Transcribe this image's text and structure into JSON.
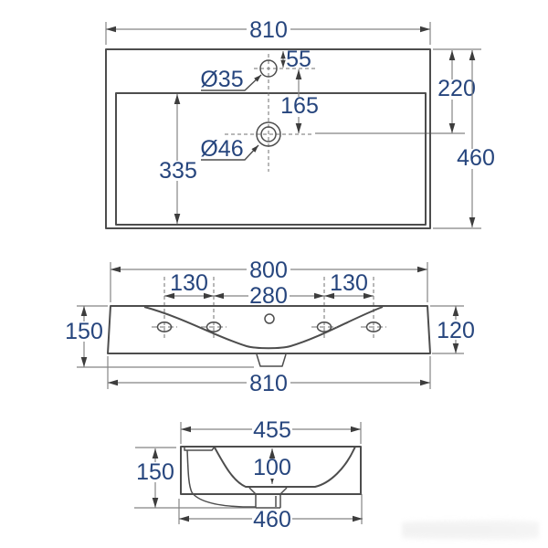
{
  "plan_view": {
    "overall_width": "810",
    "tap_hole_setback": "55",
    "tap_hole_diameter": "Ø35",
    "tap_to_waste_centres": "165",
    "waste_hole_diameter": "Ø46",
    "bowl_length": "335",
    "top_edge_to_waste_centre": "220",
    "overall_depth": "460"
  },
  "front_view": {
    "top_width": "800",
    "left_hole_spacing": "130",
    "centre_hole_spacing": "280",
    "right_hole_spacing": "130",
    "overall_height": "150",
    "body_height": "120",
    "bottom_width": "810"
  },
  "side_view": {
    "top_depth": "455",
    "bowl_depth": "100",
    "overall_height": "150",
    "bottom_depth": "460"
  },
  "colors": {
    "outline": "#4d4d4d",
    "dimension_line": "#858585",
    "dimension_text": "#26457d",
    "background": "#ffffff"
  }
}
